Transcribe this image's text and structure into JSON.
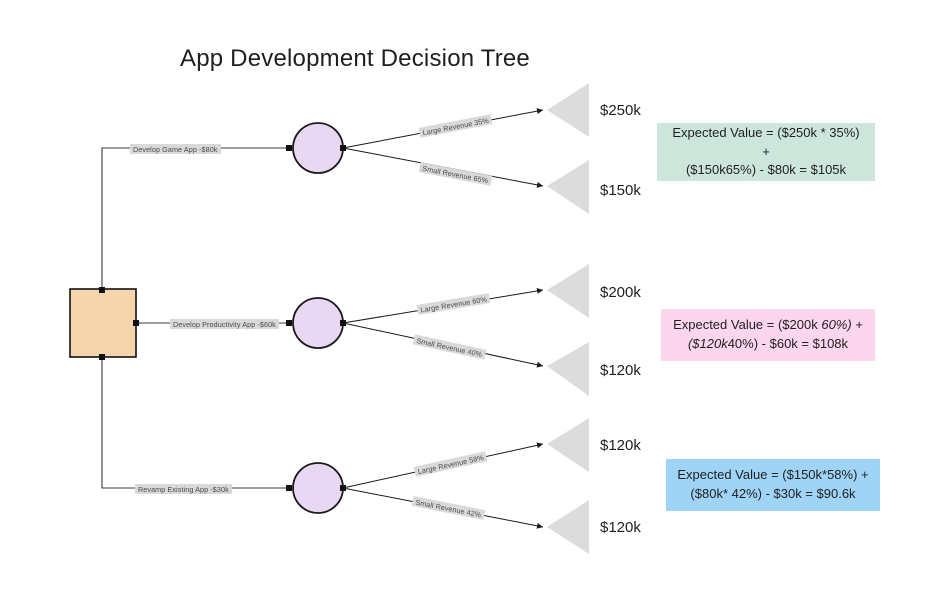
{
  "title": "App Development Decision Tree",
  "decision_node": {
    "name": "decision-node",
    "fill": "#f5d6ac",
    "stroke": "#111111"
  },
  "chance_node_fill": "#e9d8f4",
  "chance_node_stroke": "#1a1a1a",
  "terminal_fill": "#dcdcdc",
  "edge_label_bg": "#d9d9d9",
  "branches": [
    {
      "id": "game-app",
      "decision_label": "Develop Game App -$80k",
      "outcomes": [
        {
          "label": "Large Revenue 35%",
          "payoff": "$250k"
        },
        {
          "label": "Small Revenue 65%",
          "payoff": "$150k"
        }
      ],
      "note": {
        "color": "#cde6dc",
        "line1_plain": "Expected Value = ($250k * 35%) +",
        "line2_plain": "($150k65%) - $80k = $105k"
      }
    },
    {
      "id": "productivity-app",
      "decision_label": "Develop Productivity App -$60k",
      "outcomes": [
        {
          "label": "Large Revenue 60%",
          "payoff": "$200k"
        },
        {
          "label": "Small Revenue 40%",
          "payoff": "$120k"
        }
      ],
      "note": {
        "color": "#fcd5ee",
        "line1_pre": "Expected Value = ($200k ",
        "line1_italic": "60%)",
        "line1_post": " +",
        "line2_italic": "($120k",
        "line2_post": "40%) - $60k = $108k"
      }
    },
    {
      "id": "revamp-app",
      "decision_label": "Revamp Existing App -$30k",
      "outcomes": [
        {
          "label": "Large Revenue 58%",
          "payoff": "$120k"
        },
        {
          "label": "Small Revenue 42%",
          "payoff": "$120k"
        }
      ],
      "note": {
        "color": "#9fd4f7",
        "line1_plain": "Expected Value = ($150k*58%) +",
        "line2_plain": "($80k* 42%) - $30k = $90.6k"
      }
    }
  ]
}
